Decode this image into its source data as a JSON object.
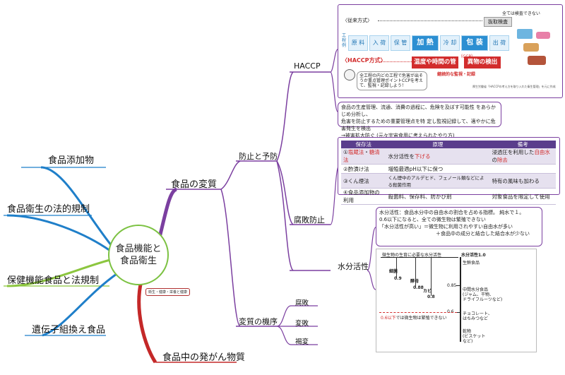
{
  "center": {
    "line1": "食品機能と",
    "line2": "食品衛生",
    "tag": "衛生・健康・栄養と健康"
  },
  "left_branches": [
    "食品添加物",
    "食品衛生の法的規制",
    "保健機能食品と法規制",
    "遺伝子組換え食品"
  ],
  "right_branches": {
    "henshitsu": "食品の変質",
    "hatsugan": "食品中の発がん物質"
  },
  "sub_branches": {
    "boushi": "防止と予防",
    "kikou": "変質の機序",
    "haccp": "HACCP",
    "fuhai": "腐敗防止",
    "suibun": "水分活性"
  },
  "kikou_items": [
    "腐敗",
    "変敗",
    "褐変"
  ],
  "haccp_image": {
    "jurai": "〈従来方式〉",
    "zenbu": "全ては検査できない",
    "nukitori": "抜取検査",
    "kouteirei": "工程例",
    "steps": [
      "原 料",
      "入 荷",
      "保 管",
      "加 熱",
      "冷 却",
      "包 装",
      "出 荷"
    ],
    "haccp_label": "〈HACCP方式〉",
    "ondo": "温度や時間の管理",
    "ibutsu": "異物の検出",
    "ccp": "（CCP）",
    "keizoku": "継続的な監視・記録",
    "speech": "全工程の内どの工程で危害が出そうか重点管理ポイントCCPを考えて、監視・記録しよう！",
    "source": "厚生労働省「HACCPの考え方を取り入れた衛生管理」を元に作成"
  },
  "haccp_desc": {
    "line1": "食品の生産管理、流通、消費の過程に、危険を及ぼす可能性 をあらかじめ分析し、",
    "line2": "危害を防止するための重要管理点を特 定し監視記録して、適やかに危害発生を検出",
    "line3": "→被害拡大防ぐ (元々宇宙食用に考えられたやり方)"
  },
  "preserve_table": {
    "headers": [
      "保存法",
      "原理",
      "備考"
    ],
    "rows": [
      [
        "①塩蔵法・糖清法",
        "水分活性を下げる",
        "浸透圧を利用した自由水の除去"
      ],
      [
        "②酢漬け法",
        "増殖最適pH以下に保つ",
        ""
      ],
      [
        "③くん煙法",
        "くん煙中のアルデヒド、フェノール類などによる殺菌作用",
        "特有の風味も加わる"
      ],
      [
        "④食品添加物の利用",
        "殺菌料、保存料、防かび剤",
        "対象食品を限定して使用"
      ]
    ]
  },
  "suibun_desc": {
    "line1": "水分活性：食品水分中の自由水の割合を占める指標。 純水で１。",
    "line2": "0.6以下になると、全ての微生物は繁殖できない",
    "line3": "「水分活性が高い」＝微生物に利用されやすい自由水が多い",
    "line4": "＋食品中の成分と結合した結合水が少ない"
  },
  "aw_chart": {
    "title": "微生物の生育に必要な水分活性",
    "right_title": "水分活性1.0",
    "seishoku": "生鮮食品",
    "bacteria": [
      "細菌",
      "酵母",
      "カビ"
    ],
    "bacteria_values": [
      "0.9",
      "0.88",
      "0.8"
    ],
    "ticks": [
      "0.85",
      "0.6"
    ],
    "chukan": "中間水分食品\n(ジャム、干物、\nドライフルーツなど)",
    "choco": "チョコレート、\nはちみつなど",
    "kanbutsu": "乾物\n(ビスケット\nなど)",
    "below": "0.6以下",
    "below_rest": "では微生物は繁殖できない"
  },
  "colors": {
    "purple": "#7b3fa0",
    "red": "#c42828",
    "blue": "#1f7fc9",
    "green": "#8cc63f"
  }
}
